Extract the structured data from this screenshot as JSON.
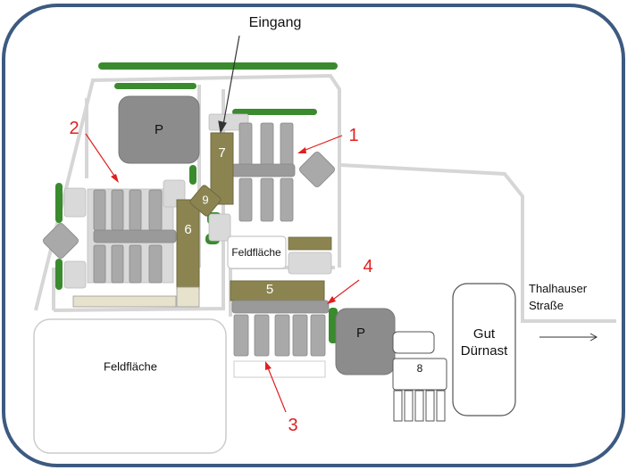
{
  "entrance_label": "Eingang",
  "parking_label": "P",
  "field_label": "Feldfläche",
  "estate_label_line1": "Gut",
  "estate_label_line2": "Dürnast",
  "street_label_line1": "Thalhauser",
  "street_label_line2": "Straße",
  "area_numbers": [
    "1",
    "2",
    "3",
    "4"
  ],
  "building_numbers": [
    "5",
    "6",
    "7",
    "8",
    "9"
  ],
  "colors": {
    "border": "#3d5a80",
    "road": "#d6d6d6",
    "building_gray": "#a9a9a9",
    "building_light": "#d9d9d9",
    "parking_fill": "#8c8c8c",
    "olive_building": "#8c8450",
    "beige": "#e6e2cc",
    "hedge": "#3a8a2e",
    "callout": "#e02020",
    "arrow": "#333333"
  }
}
